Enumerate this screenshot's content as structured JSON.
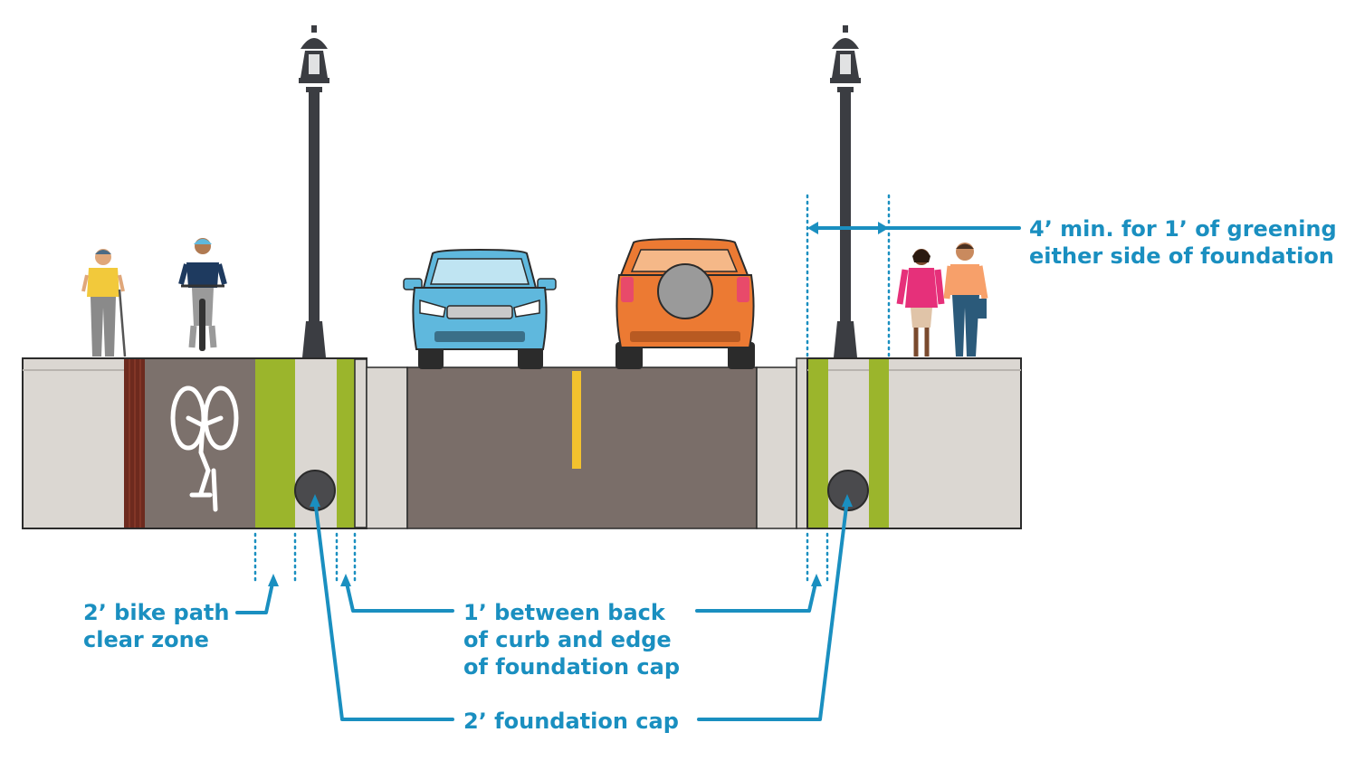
{
  "callouts": {
    "bike_clear_zone": {
      "line1": "2’ bike path",
      "line2": "clear zone"
    },
    "curb_to_cap": {
      "line1": "1’ between back",
      "line2": "of curb and edge",
      "line3": "of foundation cap"
    },
    "foundation_cap": {
      "line1": "2’ foundation cap"
    },
    "greening": {
      "line1": "4’ min. for 1’ of greening",
      "line2": "either side of foundation"
    }
  },
  "colors": {
    "callout": "#1a8fc0",
    "sidewalk": "#dbd7d2",
    "bike_path": "#7c716c",
    "roadway": "#7a6e69",
    "greening": "#9bb52c",
    "bike_path_edge": "#6d2a1e",
    "center_line": "#f2c22e",
    "pole": "#3b3d42",
    "foundation_cap": "#4a4a4d",
    "car_blue": "#5fb8dd",
    "car_orange": "#ec7a33"
  },
  "icons": [
    "street-lamp-icon",
    "pedestrian-icon",
    "cyclist-icon",
    "car-icon",
    "suv-icon",
    "bike-symbol-icon"
  ]
}
